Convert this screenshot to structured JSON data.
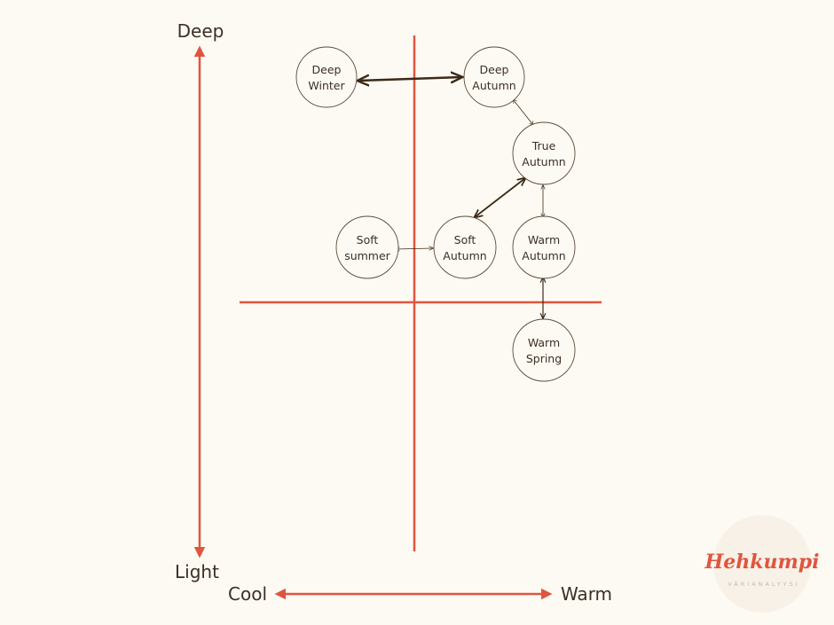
{
  "axes": {
    "deep_label": "Deep",
    "light_label": "Light",
    "cool_label": "Cool",
    "warm_label": "Warm"
  },
  "nodes": {
    "deep_winter": [
      "Deep",
      "Winter"
    ],
    "deep_autumn": [
      "Deep",
      "Autumn"
    ],
    "true_autumn": [
      "True",
      "Autumn"
    ],
    "soft_summer": [
      "Soft",
      "summer"
    ],
    "soft_autumn": [
      "Soft",
      "Autumn"
    ],
    "warm_autumn": [
      "Warm",
      "Autumn"
    ],
    "warm_spring": [
      "Warm",
      "Spring"
    ]
  },
  "brand": {
    "name": "Hehkumpi",
    "tagline": "VÄRIANALYYSI"
  },
  "colors": {
    "background": "#fdfaf3",
    "axis": "#e0553f",
    "connector": "#3b2a18",
    "node_border": "#5a4a3c",
    "text": "#3b2f25"
  }
}
